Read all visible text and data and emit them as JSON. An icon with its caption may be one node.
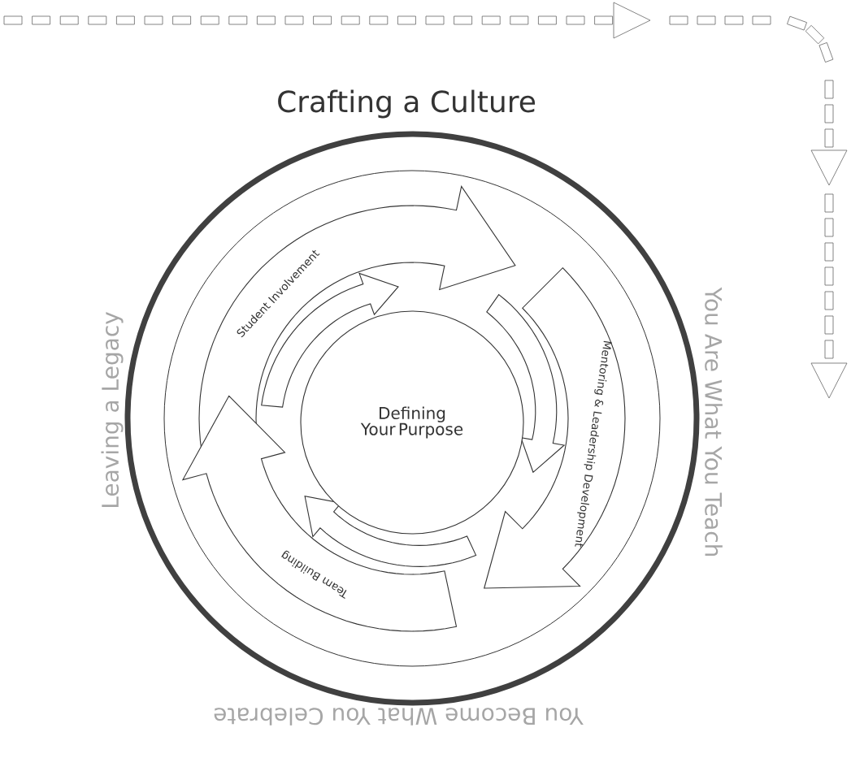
{
  "diagram": {
    "nodes": [
      {
        "text": [
          "Crafting a Culture",
          "You Are What You Teach",
          "You Become What You Celebrate",
          "Leaving a Legacy"
        ]
      },
      {
        "text": [
          "Defining Your Purpose"
        ],
        "in": 0
      }
    ],
    "labels": [
      "Student Involvement",
      "Mentoring & Leadership Development",
      "Team Building"
    ]
  }
}
